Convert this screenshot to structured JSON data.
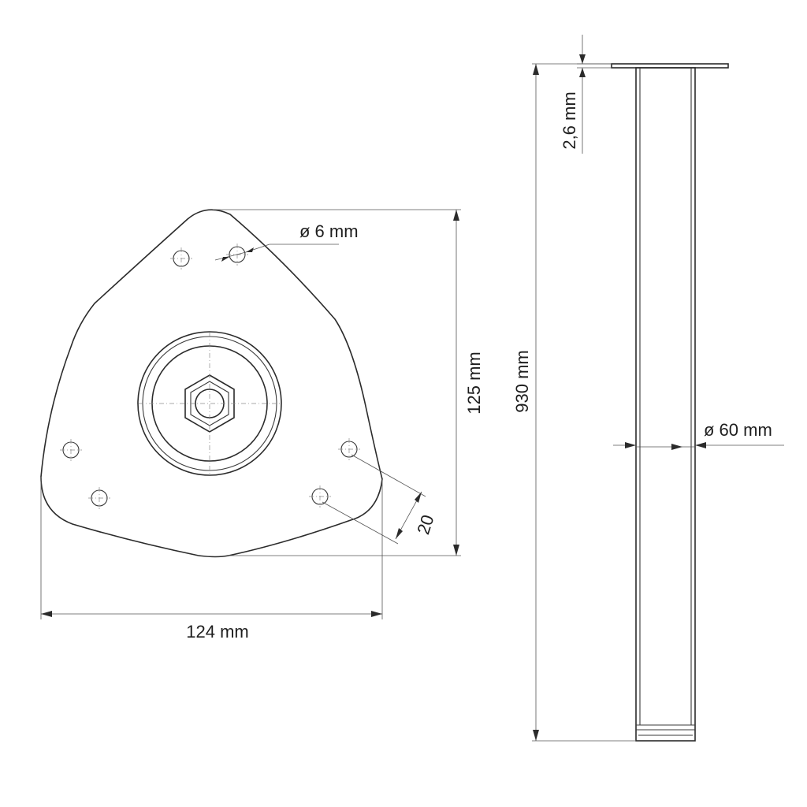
{
  "labels": {
    "hole_diameter": "ø 6 mm",
    "plate_height": "125 mm",
    "plate_width": "124 mm",
    "hole_spacing": "20",
    "plate_thickness": "2,6 mm",
    "leg_length": "930 mm",
    "leg_diameter": "ø 60 mm"
  }
}
